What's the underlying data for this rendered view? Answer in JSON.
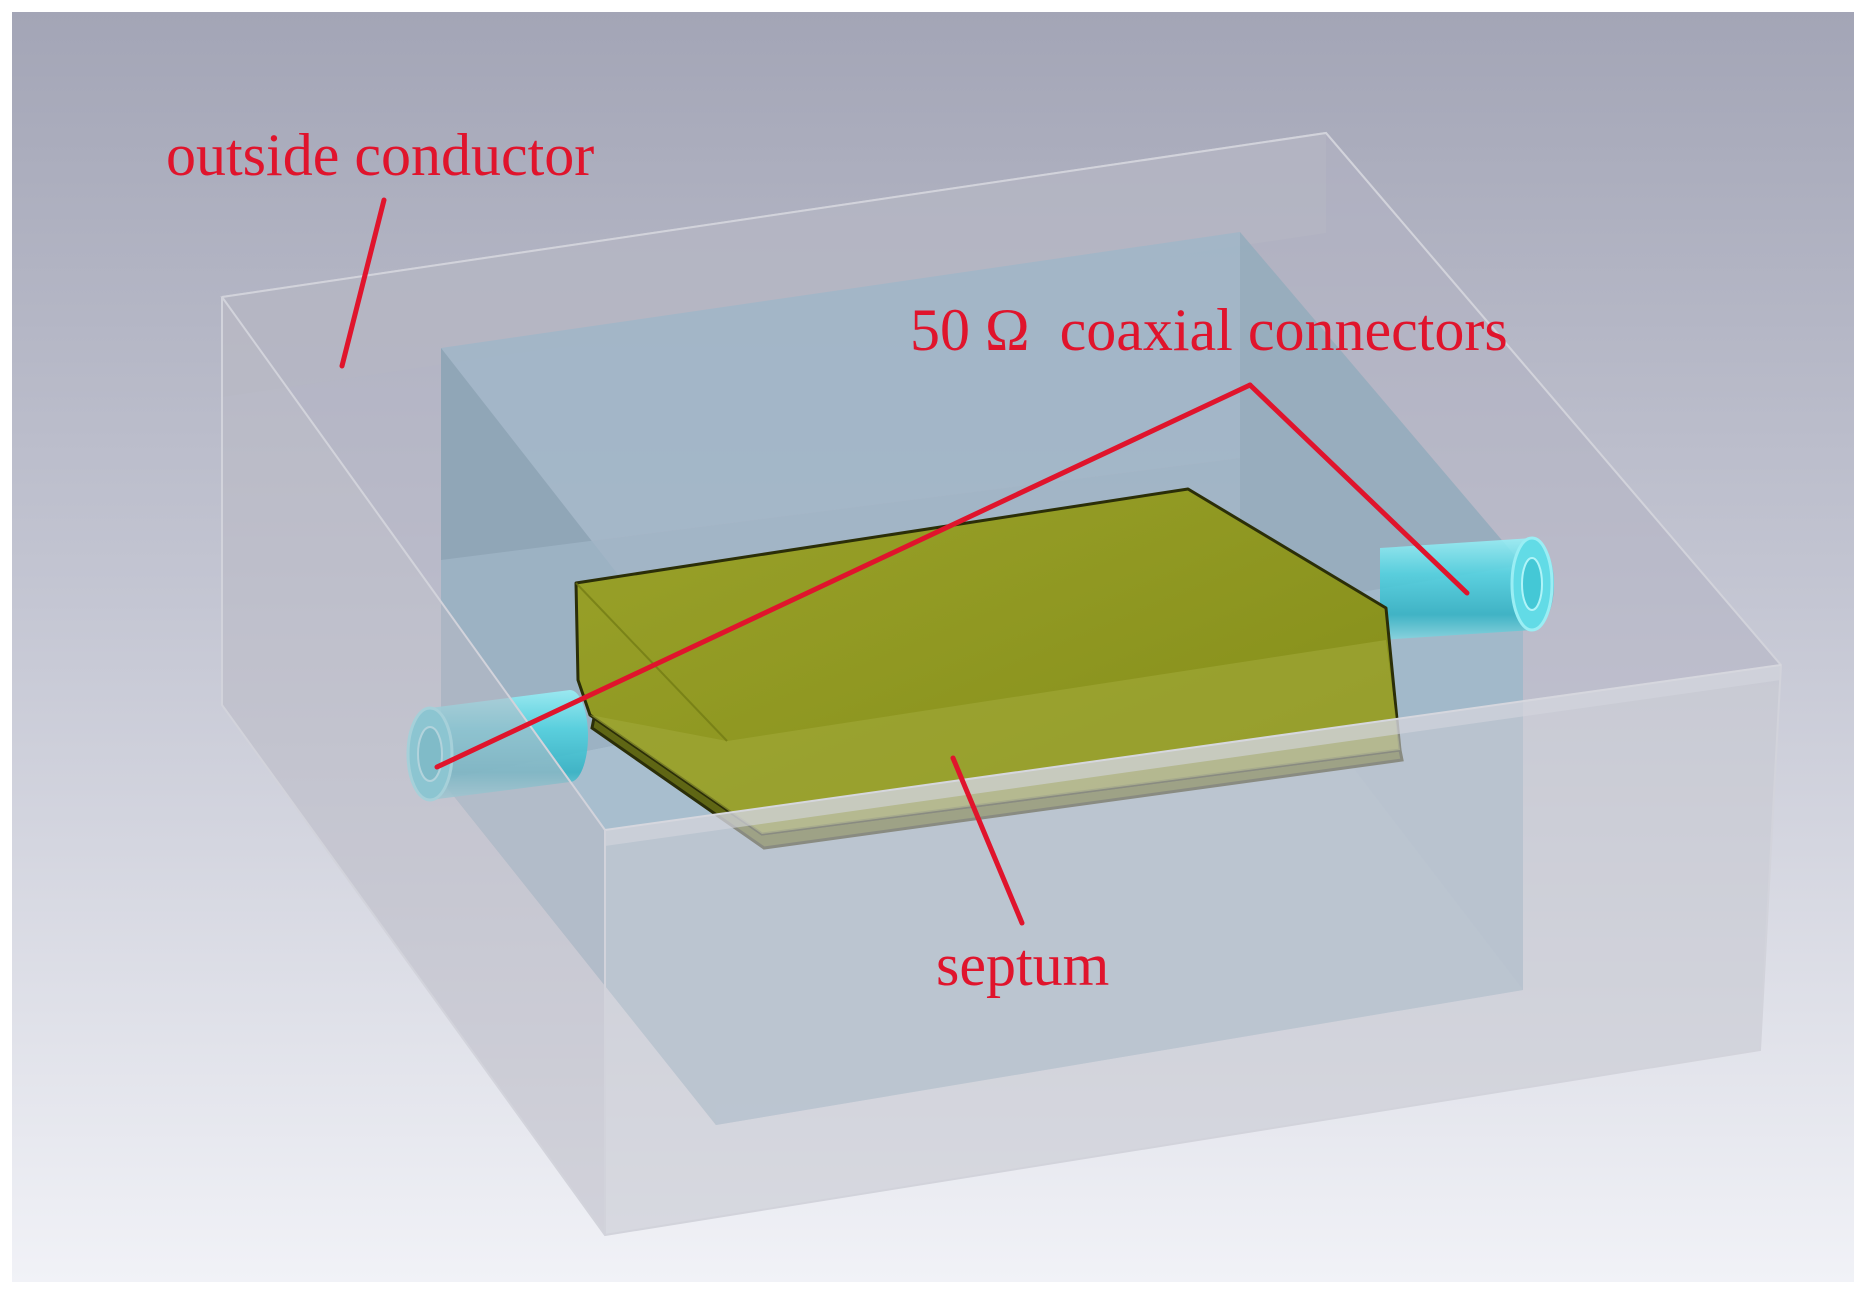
{
  "labels": {
    "outside_conductor": "outside conductor",
    "coaxial_connectors": "50 Ω  coaxial connectors",
    "septum": "septum"
  },
  "colors": {
    "annotation": "#e0142c",
    "background_top": "#a3a5b6",
    "background_bottom": "#f1f2f7",
    "outer_box": "#c5c6cf",
    "inner_cavity": "#a5bccd",
    "septum": "#8c961e",
    "connector": "#52d6e2"
  }
}
